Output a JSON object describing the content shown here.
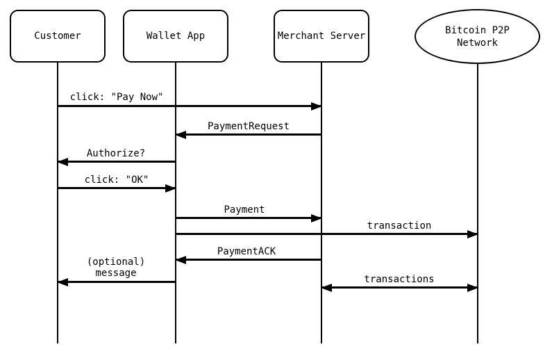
{
  "diagram": {
    "type": "sequence-diagram",
    "subject": "Bitcoin payment protocol message flow",
    "colors": {
      "line": "#000000",
      "background": "#ffffff",
      "text": "#000000"
    }
  },
  "actors": [
    {
      "name": "Customer",
      "shape": "rounded-rect"
    },
    {
      "name": "Wallet App",
      "shape": "rounded-rect"
    },
    {
      "name": "Merchant Server",
      "shape": "rounded-rect"
    },
    {
      "name": "Bitcoin P2P\nNetwork",
      "shape": "ellipse"
    }
  ],
  "messages": [
    {
      "label": "click: \"Pay Now\"",
      "from": "Customer",
      "to": "Merchant Server",
      "direction": "right"
    },
    {
      "label": "PaymentRequest",
      "from": "Merchant Server",
      "to": "Wallet App",
      "direction": "left"
    },
    {
      "label": "Authorize?",
      "from": "Wallet App",
      "to": "Customer",
      "direction": "left"
    },
    {
      "label": "click: \"OK\"",
      "from": "Customer",
      "to": "Wallet App",
      "direction": "right"
    },
    {
      "label": "Payment",
      "from": "Wallet App",
      "to": "Merchant Server",
      "direction": "right"
    },
    {
      "label": "transaction",
      "from": "Wallet App",
      "to": "Bitcoin P2P Network",
      "direction": "right"
    },
    {
      "label": "PaymentACK",
      "from": "Merchant Server",
      "to": "Wallet App",
      "direction": "left"
    },
    {
      "label": "(optional)\nmessage",
      "from": "Wallet App",
      "to": "Customer",
      "direction": "left"
    },
    {
      "label": "transactions",
      "from": "Merchant Server",
      "to": "Bitcoin P2P Network",
      "direction": "both"
    }
  ]
}
